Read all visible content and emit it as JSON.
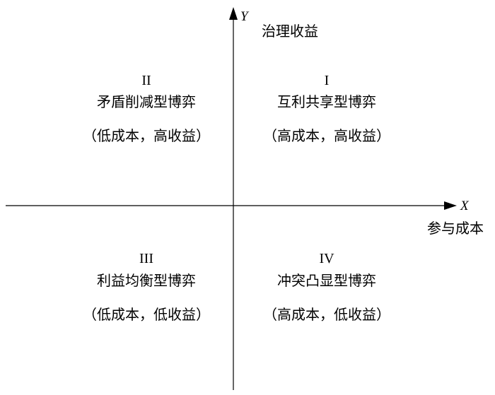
{
  "axes": {
    "y_symbol": "Y",
    "y_label": "治理收益",
    "x_symbol": "X",
    "x_label": "参与成本"
  },
  "quadrants": [
    {
      "numeral": "I",
      "name": "互利共享型博弈",
      "condition": "（高成本，高收益）"
    },
    {
      "numeral": "II",
      "name": "矛盾削减型博弈",
      "condition": "（低成本，高收益）"
    },
    {
      "numeral": "III",
      "name": "利益均衡型博弈",
      "condition": "（低成本，低收益）"
    },
    {
      "numeral": "IV",
      "name": "冲突凸显型博弈",
      "condition": "（高成本，低收益）"
    }
  ]
}
